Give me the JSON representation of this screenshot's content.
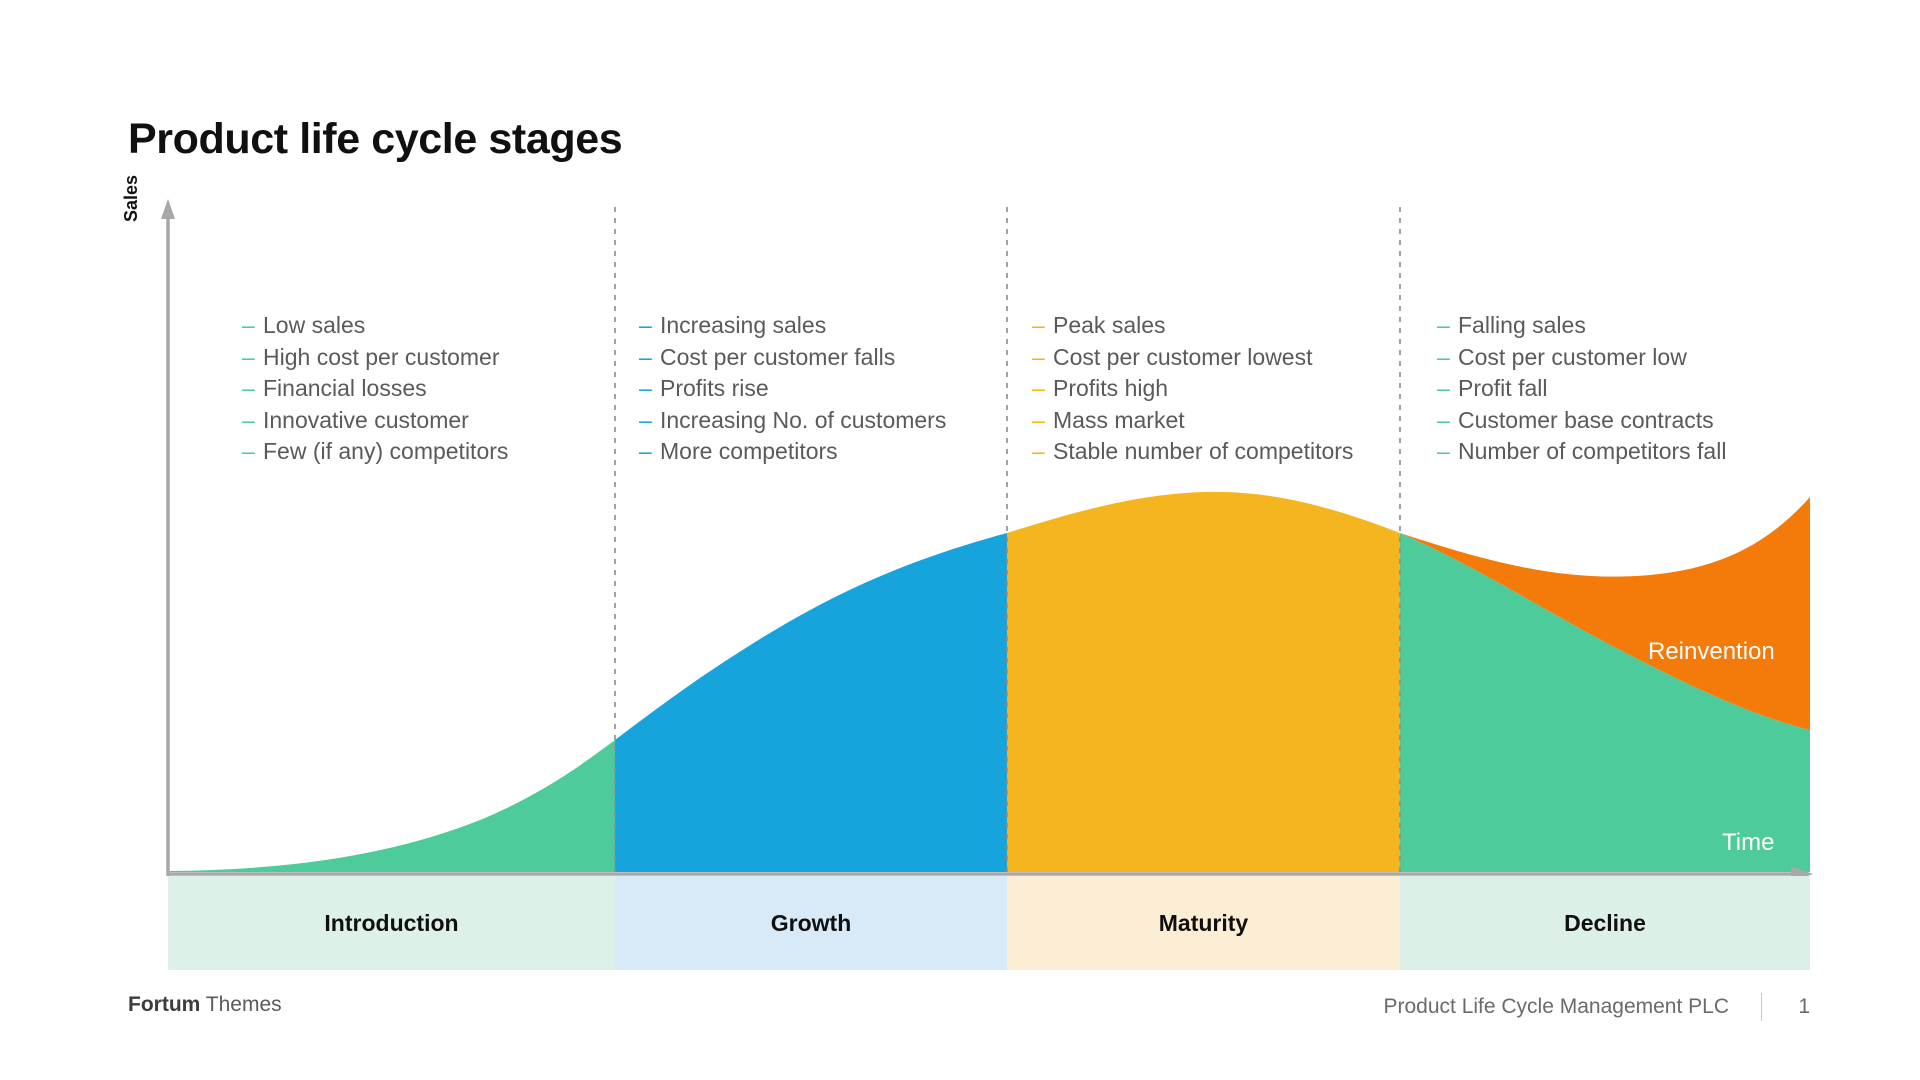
{
  "slide": {
    "title": "Product life cycle stages"
  },
  "axes": {
    "y_label": "Sales",
    "x_label": "Time"
  },
  "annotations": {
    "reinvention": "Reinvention"
  },
  "colors": {
    "introduction": "#4ecb9a",
    "growth": "#17a4dd",
    "maturity": "#f5b51f",
    "decline": "#4ecb9a",
    "reinvention": "#f47b0a",
    "introduction_pastel": "#ddf1e8",
    "growth_pastel": "#d8eaf8",
    "maturity_pastel": "#fbeed4",
    "decline_pastel": "#dcf0e8",
    "axis": "#a8a8a8",
    "divider": "#8c8c8c",
    "text": "#5a5a5a",
    "title": "#101010"
  },
  "stages": [
    {
      "name": "Introduction",
      "accent": "#4ecb9a",
      "pastel": "#ddf1e8",
      "bullets": [
        "Low sales",
        "High cost per customer",
        "Financial losses",
        "Innovative customer",
        "Few (if any) competitors"
      ]
    },
    {
      "name": "Growth",
      "accent": "#17a4dd",
      "pastel": "#d8eaf8",
      "bullets": [
        "Increasing sales",
        "Cost per customer falls",
        "Profits rise",
        "Increasing No. of customers",
        "More competitors"
      ]
    },
    {
      "name": "Maturity",
      "accent": "#f5b51f",
      "pastel": "#fbeed4",
      "bullets": [
        "Peak sales",
        "Cost per customer lowest",
        "Profits high",
        "Mass market",
        "Stable number of competitors"
      ]
    },
    {
      "name": "Decline",
      "accent": "#4ecb9a",
      "pastel": "#dcf0e8",
      "bullets": [
        "Falling sales",
        "Cost per customer low",
        "Profit fall",
        "Customer base contracts",
        "Number of competitors fall"
      ]
    }
  ],
  "bullet_marker": "–",
  "footer": {
    "brand_bold": "Fortum",
    "brand_rest": " Themes",
    "deck_title": "Product Life Cycle Management PLC",
    "page_number": "1"
  },
  "chart_data": {
    "type": "area",
    "title": "Product life cycle stages",
    "xlabel": "Time",
    "ylabel": "Sales",
    "grid": false,
    "legend": "none",
    "x_unit": "stage position (0-100 across full timeline)",
    "y_unit": "relative sales level (0-100)",
    "stage_boundaries": [
      0,
      27.2,
      51.1,
      75.0,
      100
    ],
    "series": [
      {
        "name": "Sales",
        "segments": [
          {
            "stage": "Introduction",
            "color": "#4ecb9a",
            "x": [
              0,
              7,
              14,
              20,
              27.2
            ],
            "y": [
              0.5,
              2,
              5,
              10,
              18
            ]
          },
          {
            "stage": "Growth",
            "color": "#17a4dd",
            "x": [
              27.2,
              34,
              41,
              47,
              51.1
            ],
            "y": [
              18,
              31,
              45,
              55,
              60
            ]
          },
          {
            "stage": "Maturity",
            "color": "#f5b51f",
            "x": [
              51.1,
              57,
              63,
              69,
              75.0
            ],
            "y": [
              60,
              66,
              68,
              66,
              60
            ]
          },
          {
            "stage": "Decline",
            "color": "#4ecb9a",
            "x": [
              75.0,
              81,
              88,
              94,
              100
            ],
            "y": [
              60,
              52,
              43,
              37,
              35
            ]
          }
        ]
      },
      {
        "name": "Reinvention",
        "color": "#f47b0a",
        "note": "overlay band above the decline curve in the Decline stage",
        "x": [
          75.0,
          81,
          87,
          93,
          100
        ],
        "y": [
          60,
          55,
          53,
          57,
          68
        ]
      }
    ]
  }
}
